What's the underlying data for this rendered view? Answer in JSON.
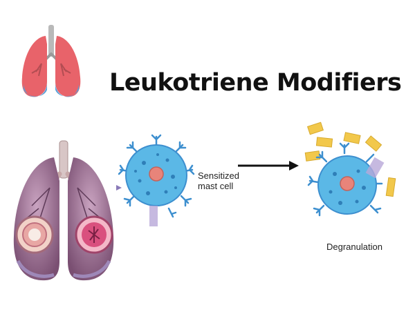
{
  "title": "Leukotriene Modifiers",
  "diagram": {
    "sensitized_label_line1": "Sensitized",
    "sensitized_label_line2": "mast cell",
    "degranulation_label": "Degranulation"
  },
  "colors": {
    "lung_red": "#e8636a",
    "lung_blue": "#5a9fd6",
    "cell_body": "#5bb8e6",
    "cell_spikes": "#3d8fcf",
    "nucleus": "#e8847a",
    "granule": "#f2c84b",
    "arrow": "#111111"
  },
  "icons": [
    "lungs-icon",
    "lungs-anatomy-illustration",
    "mast-cell-illustration",
    "arrow-right-icon",
    "granule-icon"
  ]
}
